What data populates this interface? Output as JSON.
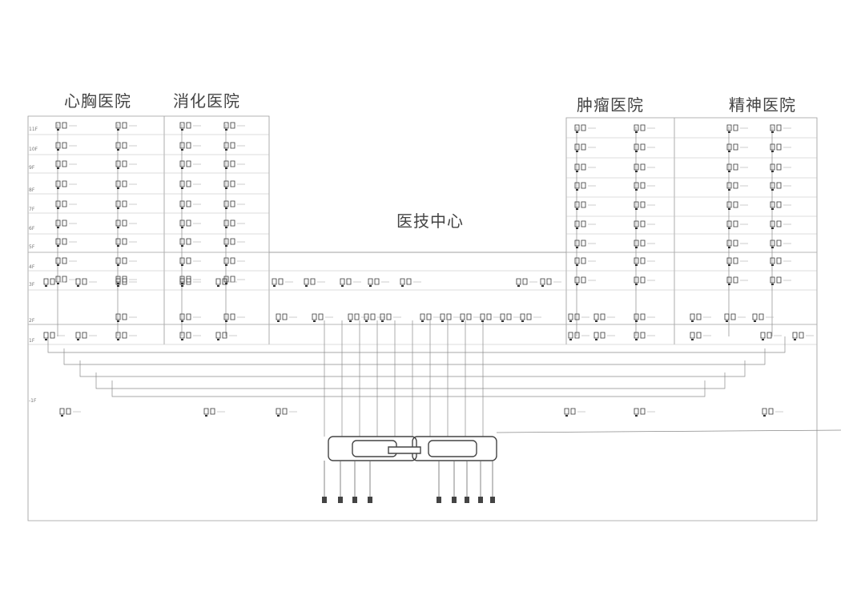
{
  "hospitals": {
    "cardio_thoracic": "心胸医院",
    "digestive": "消化医院",
    "oncology": "肿瘤医院",
    "psychiatric": "精神医院"
  },
  "center": {
    "medical_tech": "医技中心"
  },
  "floor_labels": [
    "11F",
    "10F",
    "9F",
    "8F",
    "7F",
    "6F",
    "5F",
    "4F",
    "3F",
    "2F",
    "1F",
    "-1F"
  ],
  "colors": {
    "line": "#8a8a8a",
    "heavy_line": "#444444",
    "station": "#333333",
    "title": "#444444"
  }
}
